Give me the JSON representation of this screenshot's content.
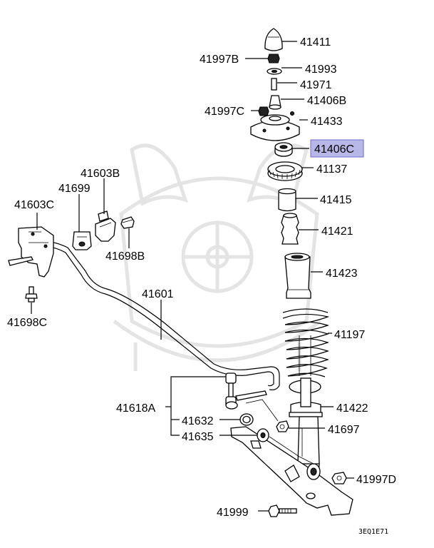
{
  "parts": {
    "p41411": "41411",
    "p41997B": "41997B",
    "p41993": "41993",
    "p41971": "41971",
    "p41406B": "41406B",
    "p41997C": "41997C",
    "p41433": "41433",
    "p41406C": "41406C",
    "p41137": "41137",
    "p41415": "41415",
    "p41421": "41421",
    "p41423": "41423",
    "p41197": "41197",
    "p41422": "41422",
    "p41697": "41697",
    "p41997D": "41997D",
    "p41999": "41999",
    "p41635": "41635",
    "p41632": "41632",
    "p41618A": "41618A",
    "p41601": "41601",
    "p41698C": "41698C",
    "p41603C": "41603C",
    "p41699": "41699",
    "p41603B": "41603B",
    "p41698B": "41698B"
  },
  "highlight": {
    "part": "41406C",
    "fill": "#b8b8e8",
    "border": "#6a6ad0"
  },
  "diagram_code": "3EQ1E71"
}
